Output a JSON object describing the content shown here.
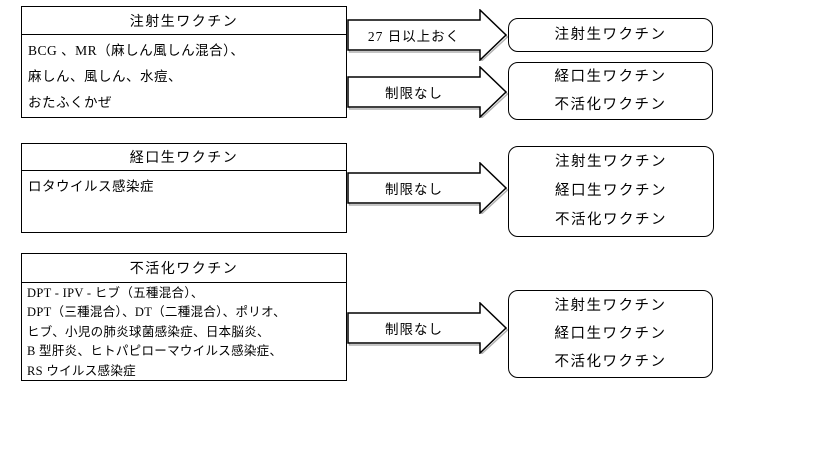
{
  "colors": {
    "border": "#000000",
    "background": "#ffffff",
    "arrow_fill": "#ffffff",
    "arrow_shadow": "#b0b0b0"
  },
  "source_boxes": [
    {
      "title": "注射生ワクチン",
      "lines": [
        "BCG 、MR（麻しん風しん混合）、",
        "麻しん、風しん、水痘、",
        "おたふくかぜ"
      ]
    },
    {
      "title": "経口生ワクチン",
      "lines": [
        "ロタウイルス感染症"
      ]
    },
    {
      "title": "不活化ワクチン",
      "lines": [
        "DPT - IPV - ヒブ（五種混合）、",
        "DPT（三種混合）、DT（二種混合）、ポリオ、",
        "ヒブ、小児の肺炎球菌感染症、日本脳炎、",
        "B 型肝炎、ヒトパピローマウイルス感染症、",
        "RS ウイルス感染症"
      ]
    }
  ],
  "arrows": [
    {
      "label": "27 日以上おく"
    },
    {
      "label": "制限なし"
    },
    {
      "label": "制限なし"
    },
    {
      "label": "制限なし"
    }
  ],
  "result_boxes": [
    {
      "lines": [
        "注射生ワクチン"
      ]
    },
    {
      "lines": [
        "経口生ワクチン",
        "不活化ワクチン"
      ]
    },
    {
      "lines": [
        "注射生ワクチン",
        "経口生ワクチン",
        "不活化ワクチン"
      ]
    },
    {
      "lines": [
        "注射生ワクチン",
        "経口生ワクチン",
        "不活化ワクチン"
      ]
    }
  ]
}
